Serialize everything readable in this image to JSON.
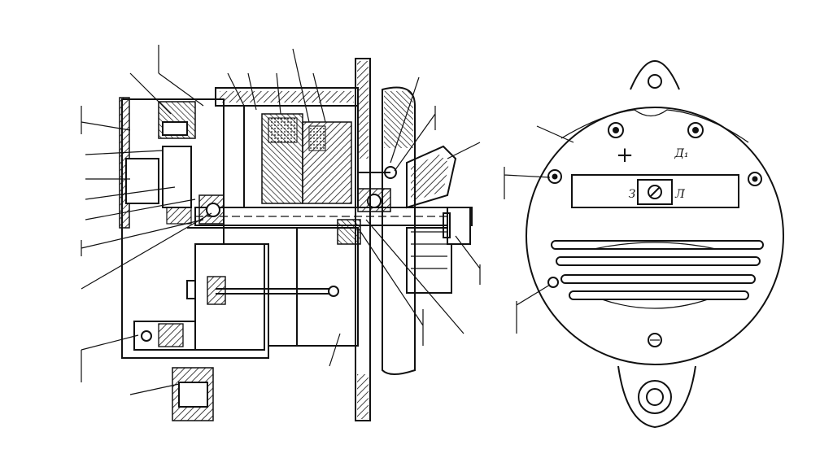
{
  "end_view": {
    "terminal_plus": "+",
    "terminal_d1": "Д₁",
    "switch_left": "З",
    "switch_right": "Л"
  },
  "colors": {
    "ink": "#111111",
    "paper": "#ffffff"
  }
}
